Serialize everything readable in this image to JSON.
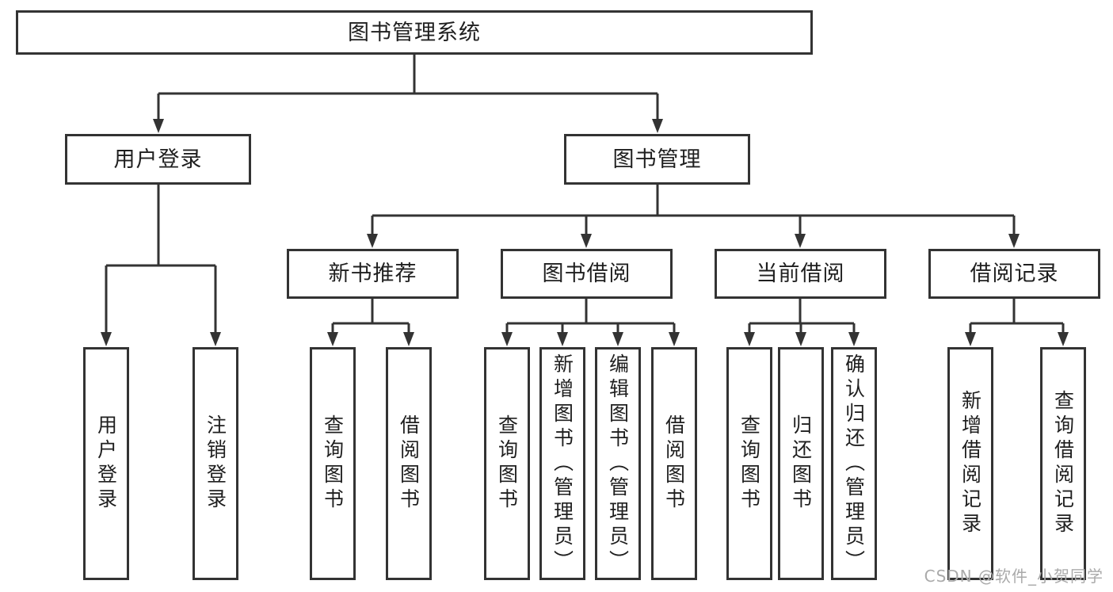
{
  "colors": {
    "line": "#333333",
    "text": "#1f1f1f",
    "background": "#ffffff",
    "watermark": "#aaaaaa"
  },
  "watermark": {
    "text": "CSDN @软件_小贺同学"
  },
  "tree": {
    "label": "图书管理系统",
    "children": [
      {
        "label": "用户登录",
        "children": [
          {
            "label": "用户登录"
          },
          {
            "label": "注销登录"
          }
        ]
      },
      {
        "label": "图书管理",
        "children": [
          {
            "label": "新书推荐",
            "children": [
              {
                "label": "查询图书"
              },
              {
                "label": "借阅图书"
              }
            ]
          },
          {
            "label": "图书借阅",
            "children": [
              {
                "label": "查询图书"
              },
              {
                "label": "新增图书（管理员）"
              },
              {
                "label": "编辑图书（管理员）"
              },
              {
                "label": "借阅图书"
              }
            ]
          },
          {
            "label": "当前借阅",
            "children": [
              {
                "label": "查询图书"
              },
              {
                "label": "归还图书"
              },
              {
                "label": "确认归还（管理员）"
              }
            ]
          },
          {
            "label": "借阅记录",
            "children": [
              {
                "label": "新增借阅记录"
              },
              {
                "label": "查询借阅记录"
              }
            ]
          }
        ]
      }
    ]
  }
}
